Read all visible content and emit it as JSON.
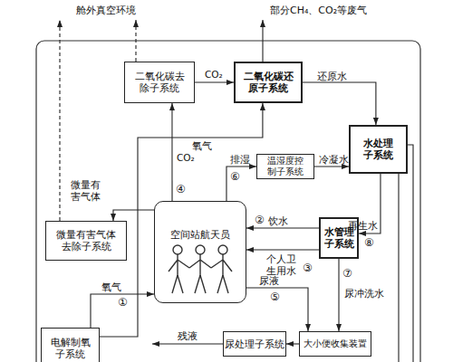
{
  "diagram": {
    "nodes": [
      {
        "text": [
          "二氧化碳去除子系统"
        ]
      },
      {
        "text": [
          "二氧化碳还原子系统"
        ]
      },
      {
        "text": [
          "水处理子系统"
        ]
      },
      {
        "text": [
          "温湿度控制子系统"
        ]
      },
      {
        "text": [
          "微量有害气体去除子系统"
        ]
      },
      {
        "text": [
          "空间站航天员"
        ]
      },
      {
        "text": [
          "水管理子系统"
        ]
      },
      {
        "text": [
          "电解制氧子系统"
        ]
      },
      {
        "text": [
          "尿处理子系统"
        ]
      },
      {
        "text": [
          "大小便收集装置"
        ]
      }
    ],
    "edges": [
      {
        "from": 0,
        "to": 1,
        "arrow": "to",
        "label": "CO₂"
      },
      {
        "from": 1,
        "to": 2,
        "arrow": "to",
        "label": "还原水"
      },
      {
        "from": 7,
        "to": 1,
        "arrow": "to",
        "label": "氧气"
      },
      {
        "from": 5,
        "to": 0,
        "arrow": "to",
        "label": "CO₂"
      },
      {
        "from": 5,
        "to": 4,
        "arrow": "to",
        "label": "微量有害气体"
      },
      {
        "from": 5,
        "to": 3,
        "arrow": "to",
        "label": "排湿"
      },
      {
        "from": 3,
        "to": 2,
        "arrow": "to",
        "label": "冷凝水"
      },
      {
        "from": 2,
        "to": 6,
        "arrow": "to",
        "label": "再生水"
      },
      {
        "from": 6,
        "to": 5,
        "arrow": "to",
        "label": "饮水"
      },
      {
        "from": 6,
        "to": 5,
        "arrow": "to",
        "label": "个人卫生用水"
      },
      {
        "from": 6,
        "to": 9,
        "arrow": "to",
        "label": "尿冲洗水"
      },
      {
        "from": 5,
        "to": 9,
        "arrow": "to",
        "label": "尿液"
      },
      {
        "from": 9,
        "to": 8,
        "arrow": "to"
      },
      {
        "from": 7,
        "to": 5,
        "arrow": "to",
        "label": "氧气"
      }
    ],
    "labels": [
      "舱外真空环境",
      "部分CH₄、CO₂等废气",
      "④",
      "⑥",
      "②",
      "③",
      "⑧",
      "⑦",
      "⑤",
      "①",
      "残液"
    ]
  }
}
